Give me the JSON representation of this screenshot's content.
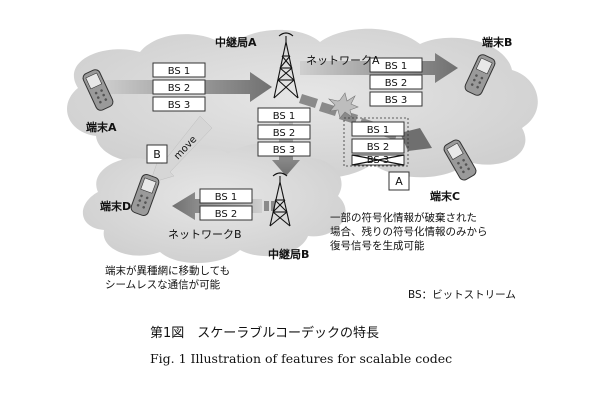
{
  "diagram": {
    "relay_a_label": "中継局A",
    "relay_b_label": "中継局B",
    "network_a_label": "ネットワークA",
    "network_b_label": "ネットワークB",
    "terminal_a_label": "端末A",
    "terminal_b_label": "端末B",
    "terminal_c_label": "端末C",
    "terminal_d_label": "端末D",
    "bitstreams": [
      "BS 1",
      "BS 2",
      "BS 3"
    ],
    "marker_a": "A",
    "marker_b": "B",
    "move_label": "move",
    "note_decode": [
      "一部の符号化情報が破棄された",
      "場合、残りの符号化情報のみから",
      "復号信号を生成可能"
    ],
    "note_roaming": [
      "端末が異種網に移動しても",
      "シームレスな通信が可能"
    ],
    "legend_bs": "BS：ビットストリーム"
  },
  "caption": {
    "jp": "第1図　スケーラブルコーデックの特長",
    "en": "Fig. 1  Illustration of features for scalable codec"
  }
}
